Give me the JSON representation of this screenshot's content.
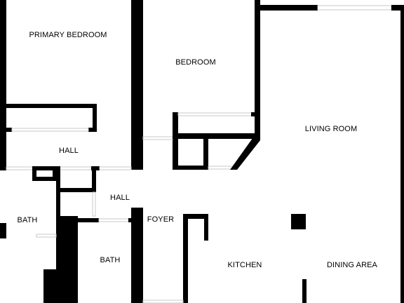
{
  "rooms": [
    {
      "id": "primary-bedroom",
      "label": "PRIMARY BEDROOM"
    },
    {
      "id": "bedroom",
      "label": "BEDROOM"
    },
    {
      "id": "living-room",
      "label": "LIVING ROOM"
    },
    {
      "id": "hall-upper",
      "label": "HALL"
    },
    {
      "id": "hall-lower",
      "label": "HALL"
    },
    {
      "id": "bath-left",
      "label": "BATH"
    },
    {
      "id": "foyer",
      "label": "FOYER"
    },
    {
      "id": "bath-center",
      "label": "BATH"
    },
    {
      "id": "kitchen",
      "label": "KITCHEN"
    },
    {
      "id": "dining-area",
      "label": "DINING AREA"
    }
  ],
  "colors": {
    "wall": "#000000",
    "background": "#ffffff",
    "opening": "#c9c9c9"
  }
}
